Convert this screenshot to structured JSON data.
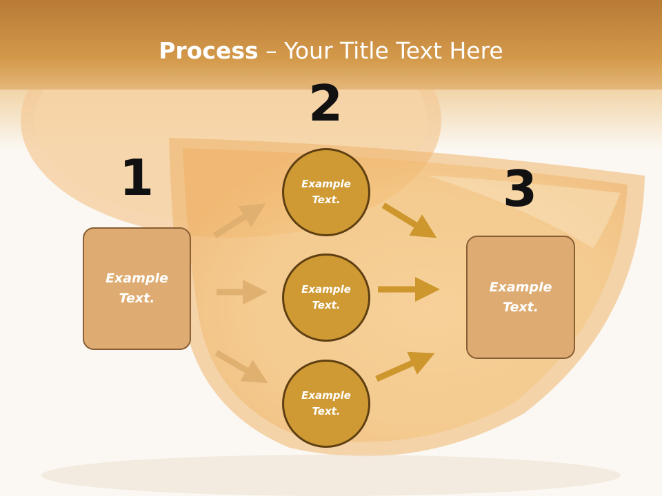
{
  "title": {
    "strong": "Process",
    "rest": " – Your Title Text Here"
  },
  "numbers": {
    "one": "1",
    "two": "2",
    "three": "3"
  },
  "colors": {
    "header": "#c98a3a",
    "box_fill": "#deac72",
    "box_border": "#8a5e34",
    "circle_fill": "#cf9a34",
    "circle_border": "#5e3f12",
    "arrow_light": "#e0b070",
    "arrow_dark": "#cd972d"
  },
  "step1": {
    "label": "Example\nText."
  },
  "step2": [
    {
      "label": "Example\nText."
    },
    {
      "label": "Example\nText."
    },
    {
      "label": "Example\nText."
    }
  ],
  "step3": {
    "label": "Example\nText."
  }
}
